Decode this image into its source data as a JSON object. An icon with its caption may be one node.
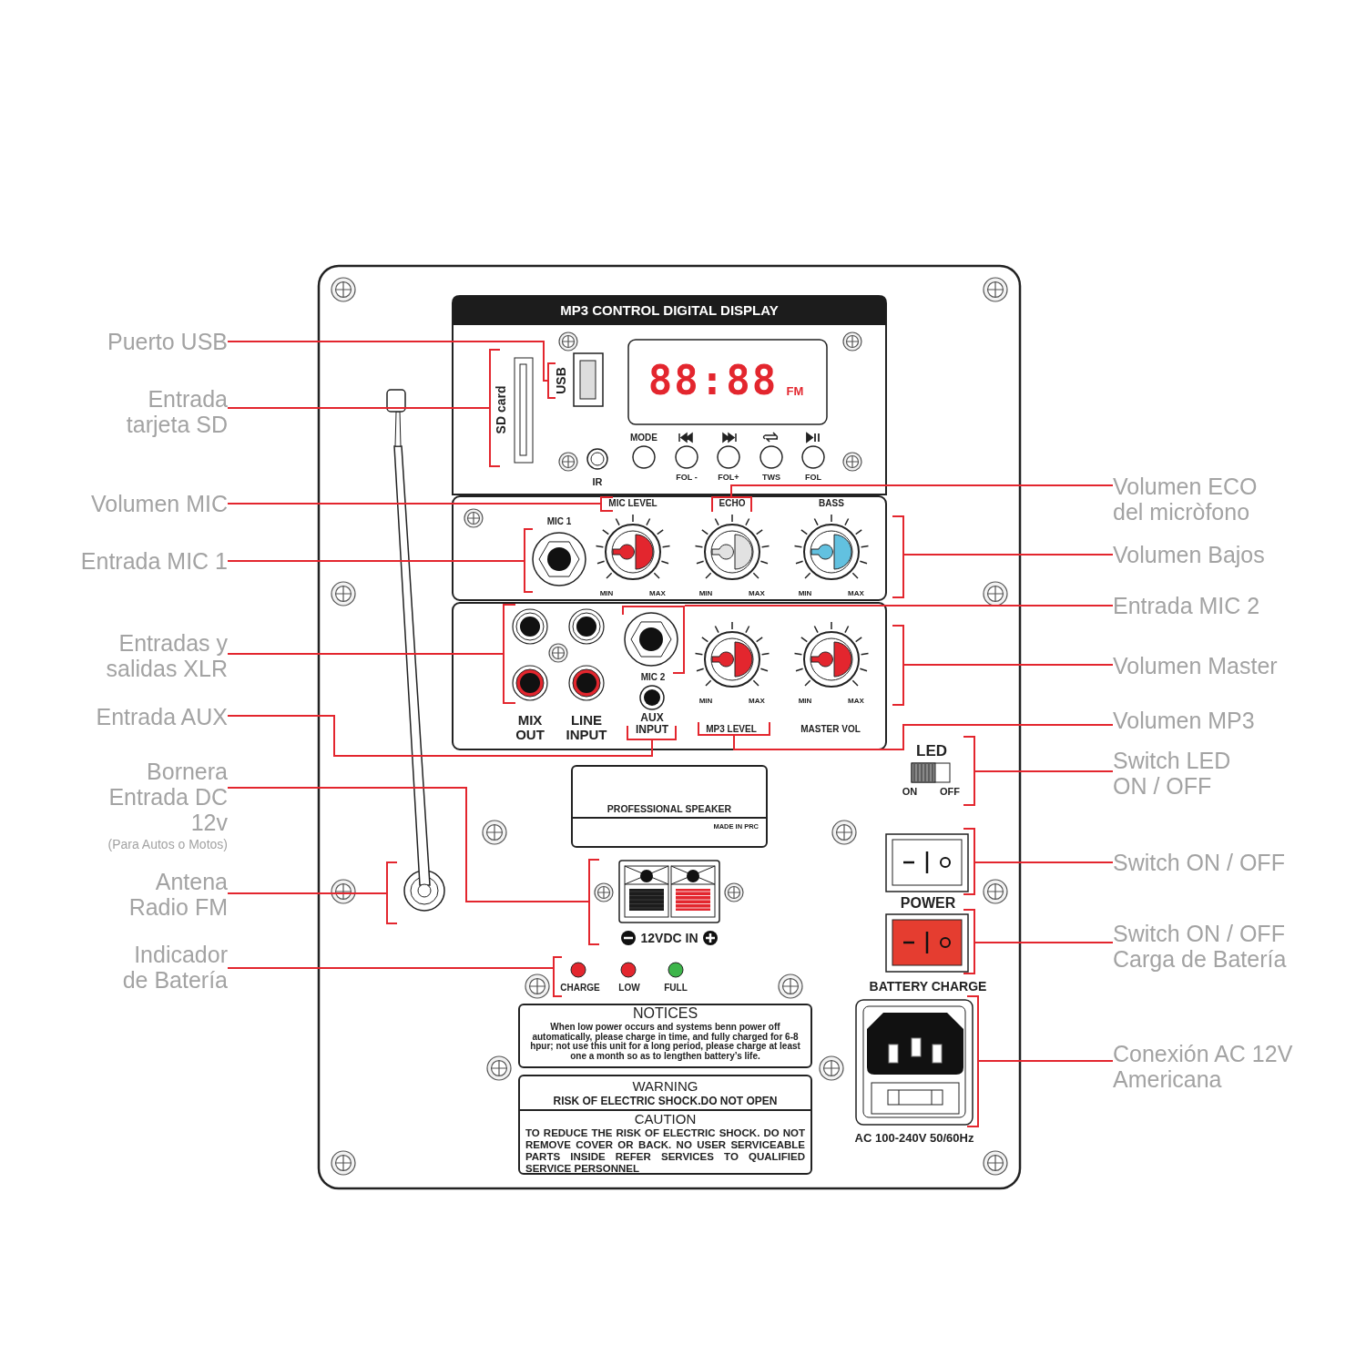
{
  "diagram": {
    "nodes": [
      {
        "text": [
          "Puerto USB"
        ]
      },
      {
        "text": [
          "Entrada tarjeta SD"
        ]
      },
      {
        "text": [
          "Volumen MIC"
        ]
      },
      {
        "text": [
          "Entrada MIC 1"
        ]
      },
      {
        "text": [
          "Entradas y salidas XLR"
        ]
      },
      {
        "text": [
          "Entrada AUX"
        ]
      },
      {
        "text": [
          "Bornera Entrada DC 12v",
          "(Para Autos o Motos)"
        ]
      },
      {
        "text": [
          "Antena Radio FM"
        ]
      },
      {
        "text": [
          "Indicador de Batería"
        ]
      },
      {
        "text": [
          "Volumen ECO del micròfono"
        ]
      },
      {
        "text": [
          "Volumen Bajos"
        ]
      },
      {
        "text": [
          "Entrada MIC 2"
        ]
      },
      {
        "text": [
          "Volumen Master"
        ]
      },
      {
        "text": [
          "Volumen MP3"
        ]
      },
      {
        "text": [
          "Switch LED ON / OFF"
        ]
      },
      {
        "text": [
          "Switch ON / OFF"
        ]
      },
      {
        "text": [
          "Switch ON / OFF Carga de Batería"
        ]
      },
      {
        "text": [
          "Conexión AC 12V Americana"
        ]
      },
      {
        "text": [],
        "shape": "bracket"
      },
      {
        "text": [],
        "shape": "bracket"
      },
      {
        "text": [],
        "shape": "bracket"
      },
      {
        "text": [],
        "shape": "bracket"
      },
      {
        "text": [],
        "shape": "bracket"
      },
      {
        "text": [],
        "shape": "bracket"
      },
      {
        "text": [],
        "shape": "bracket"
      },
      {
        "text": [],
        "shape": "bracket"
      },
      {
        "text": [],
        "shape": "bracket"
      },
      {
        "text": [],
        "shape": "bracket"
      },
      {
        "text": [],
        "shape": "bracket"
      },
      {
        "text": [],
        "shape": "bracket"
      },
      {
        "text": [],
        "shape": "bracket"
      },
      {
        "text": [],
        "shape": "bracket"
      },
      {
        "text": [],
        "shape": "bracket"
      },
      {
        "text": [],
        "shape": "bracket"
      },
      {
        "text": [],
        "shape": "bracket"
      },
      {
        "text": [],
        "shape": "bracket"
      },
      {
        "text": [
          "NOTICES",
          "When low power occurs and systems benn power off automatically, please charge in time, and fully charged for 6-8 hpur; not use this unit for a long period, please charge at least one a month so as to lengthen battery’s life."
        ]
      },
      {
        "text": [
          "WARNING",
          "RISK OF ELECTRIC SHOCK.DO NOT OPEN",
          "CAUTION",
          "TO REDUCE THE RISK OF ELECTRIC SHOCK. DO NOT REMOVE COVER OR BACK. NO USER SERVICEABLE PARTS INSIDE REFER SERVICES TO QUALIFIED SERVICE PERSONNEL"
        ]
      },
      {
        "text": [
          "PROFESSIONAL SPEAKER",
          "MADE IN PRC"
        ]
      }
    ],
    "edges": [
      {
        "from": 0,
        "to": 18,
        "arrow": "none"
      },
      {
        "from": 1,
        "to": 19,
        "arrow": "none"
      },
      {
        "from": 2,
        "to": 20,
        "arrow": "none"
      },
      {
        "from": 3,
        "to": 21,
        "arrow": "none"
      },
      {
        "from": 4,
        "to": 22,
        "arrow": "none"
      },
      {
        "from": 5,
        "to": 23,
        "arrow": "none"
      },
      {
        "from": 6,
        "to": 24,
        "arrow": "none"
      },
      {
        "from": 7,
        "to": 25,
        "arrow": "none"
      },
      {
        "from": 8,
        "to": 26,
        "arrow": "none"
      },
      {
        "from": 9,
        "to": 27,
        "arrow": "none"
      },
      {
        "from": 10,
        "to": 28,
        "arrow": "none"
      },
      {
        "from": 11,
        "to": 29,
        "arrow": "none"
      },
      {
        "from": 12,
        "to": 30,
        "arrow": "none"
      },
      {
        "from": 13,
        "to": 31,
        "arrow": "none"
      },
      {
        "from": 14,
        "to": 32,
        "arrow": "none"
      },
      {
        "from": 15,
        "to": 33,
        "arrow": "none"
      },
      {
        "from": 16,
        "to": 34,
        "arrow": "none"
      },
      {
        "from": 17,
        "to": 35,
        "arrow": "none"
      }
    ],
    "labels": [
      "MP3 CONTROL DIGITAL DISPLAY",
      "USB",
      "SD card",
      "88:88",
      "FM",
      "MODE",
      "FOL -",
      "FOL+",
      "TWS",
      "FOL",
      "IR",
      "MIC LEVEL",
      "ECHO",
      "BASS",
      "MIC 1",
      "MIN",
      "MAX",
      "MIN",
      "MAX",
      "MIN",
      "MAX",
      "MIC 2",
      "MIN",
      "MAX",
      "MIN",
      "MAX",
      "MIX OUT",
      "LINE INPUT",
      "AUX INPUT",
      "MP3 LEVEL",
      "MASTER VOL",
      "LED",
      "ON",
      "OFF",
      "POWER",
      "12VDC IN",
      "CHARGE",
      "LOW",
      "FULL",
      "BATTERY CHARGE",
      "AC 100-240V 50/60Hz"
    ]
  }
}
